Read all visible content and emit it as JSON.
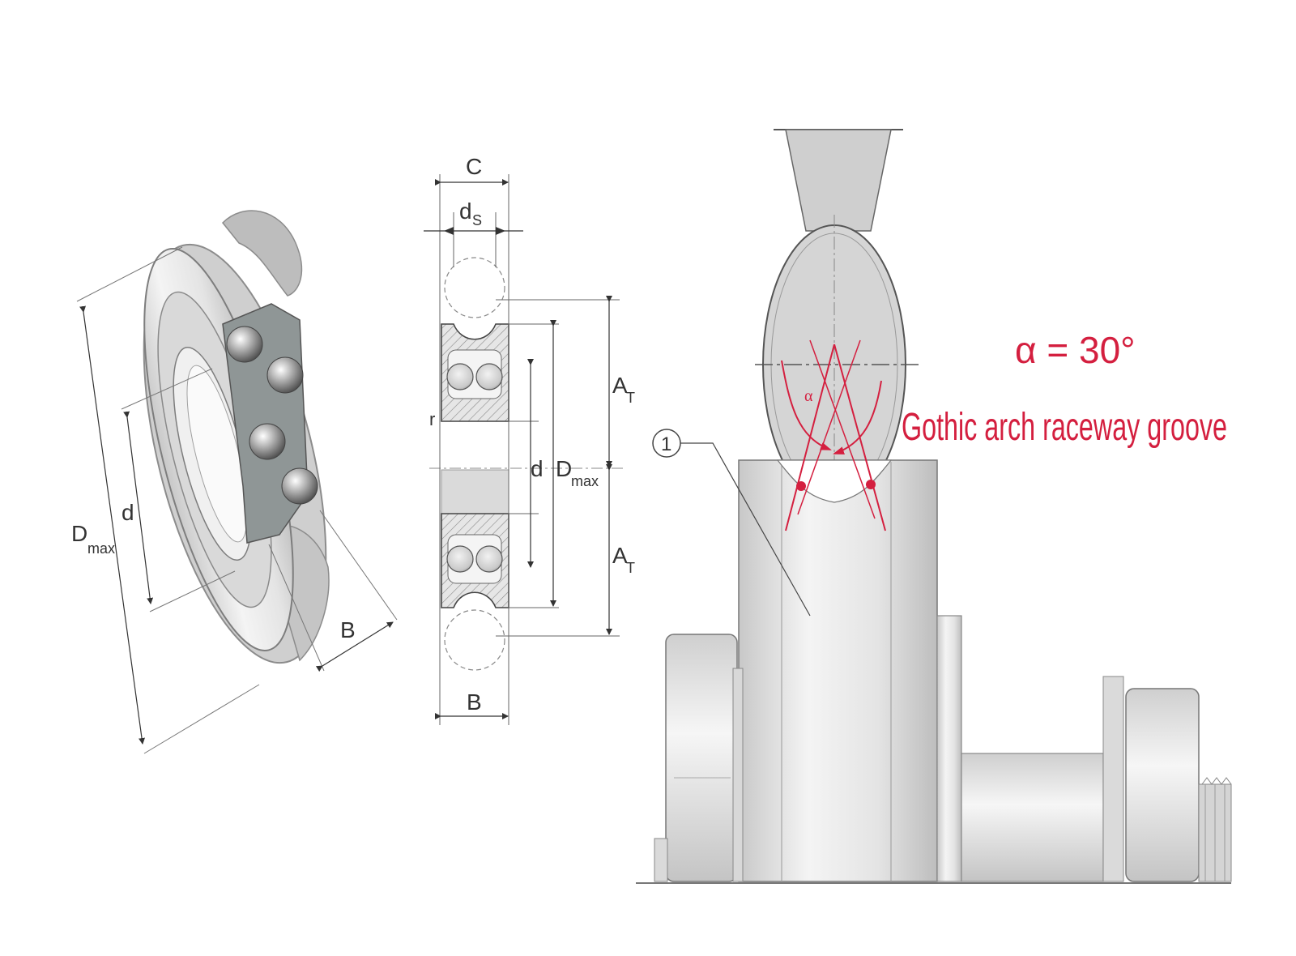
{
  "iso_view": {
    "labels": {
      "dmax": "D",
      "dmax_sub": "max",
      "d": "d",
      "b": "B"
    }
  },
  "section_view": {
    "labels": {
      "c": "C",
      "ds": "d",
      "ds_sub": "S",
      "at_top": "A",
      "at_top_sub": "T",
      "r": "r",
      "d": "d",
      "dmax": "D",
      "dmax_sub": "max",
      "at_bottom": "A",
      "at_bottom_sub": "T",
      "b": "B"
    }
  },
  "contact_view": {
    "callout": "1",
    "alpha": "α",
    "angle_text": "α = 30°",
    "groove_text": "Gothic arch raceway groove",
    "colors": {
      "annotation": "#d41f3f",
      "line": "#555555",
      "metal": "#dcdcdc"
    }
  }
}
